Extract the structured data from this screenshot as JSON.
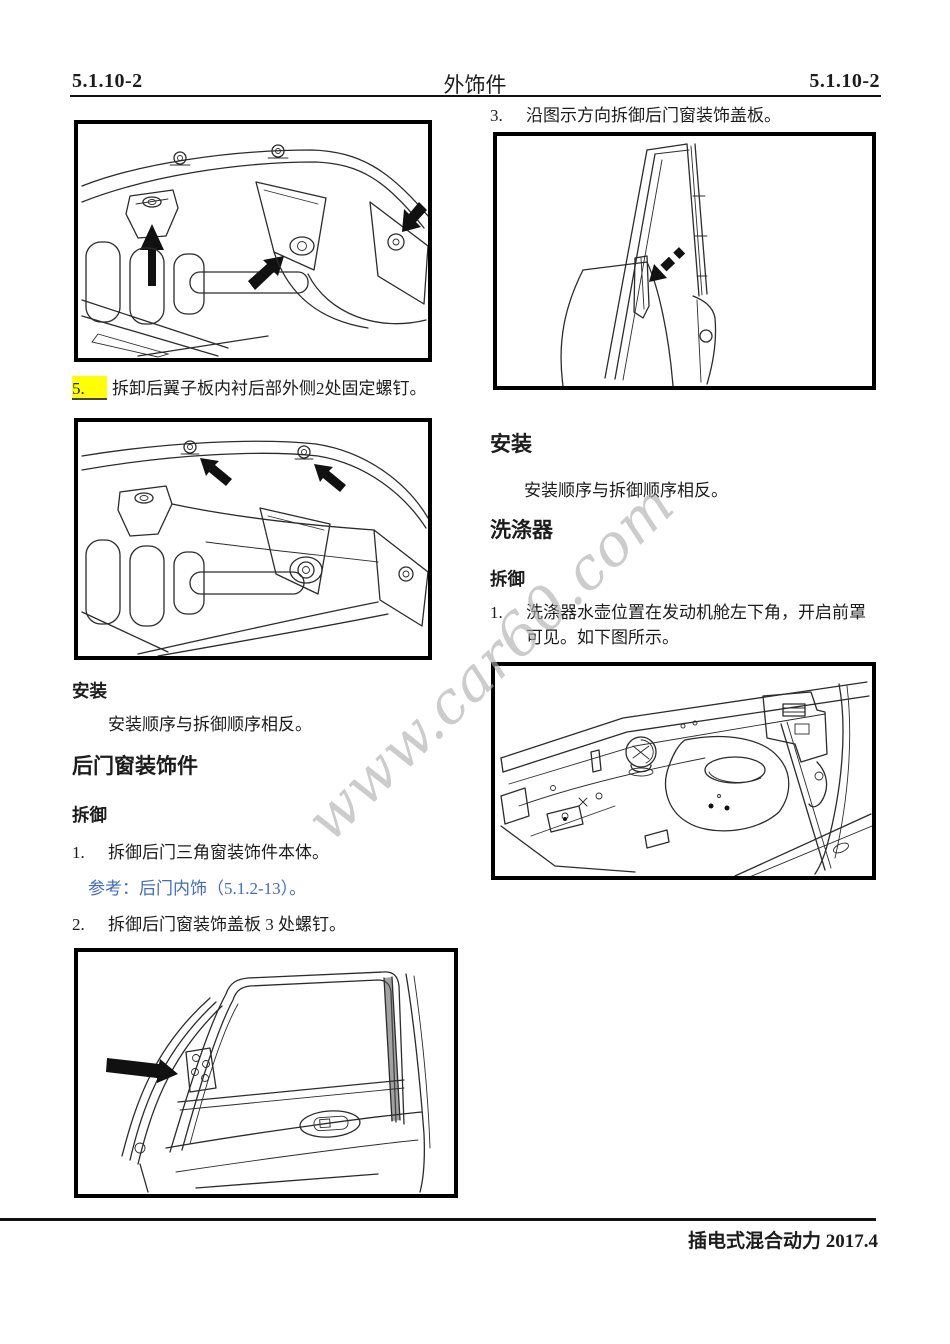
{
  "header": {
    "page_number_left": "5.1.10-2",
    "title": "外饰件",
    "page_number_right": "5.1.10-2"
  },
  "left_column": {
    "step_5": {
      "number": "5.",
      "text": "拆卸后翼子板内衬后部外侧2处固定螺钉。"
    },
    "install": {
      "heading": "安装",
      "body": "安装顺序与拆御顺序相反。"
    },
    "rear_door_window_trim": {
      "heading": "后门窗装饰件"
    },
    "removal": {
      "heading": "拆御"
    },
    "step_1": {
      "number": "1.",
      "text": "拆御后门三角窗装饰件本体。"
    },
    "reference": {
      "label": "参考：",
      "link_text": "后门内饰（5.1.2-13）。"
    },
    "step_2": {
      "number": "2.",
      "text": "拆御后门窗装饰盖板 3 处螺钉。"
    }
  },
  "right_column": {
    "step_3": {
      "number": "3.",
      "text": "沿图示方向拆御后门窗装饰盖板。"
    },
    "install": {
      "heading": "安装",
      "body": "安装顺序与拆御顺序相反。"
    },
    "washer": {
      "heading": "洗涤器"
    },
    "removal": {
      "heading": "拆御"
    },
    "step_1": {
      "number": "1.",
      "text": "洗涤器水壶位置在发动机舱左下角，开启前罩可见。如下图所示。"
    }
  },
  "figures": {
    "fender_liner_a": "rear-fender-liner-inner-screws",
    "fender_liner_b": "rear-fender-liner-rear-outer-screws",
    "rear_door": "rear-door-window-trim-screws",
    "door_window_frame": "rear-door-window-trim-cover-removal",
    "engine_bay": "washer-reservoir-location"
  },
  "watermark": {
    "text": "www.car60.com"
  },
  "footer": {
    "text": "插电式混合动力 2017.4"
  },
  "colors": {
    "link_blue": "#3f6cc4",
    "highlight_yellow": "#ffff00",
    "watermark_gray": "#acacac",
    "rule_black": "#111111"
  }
}
